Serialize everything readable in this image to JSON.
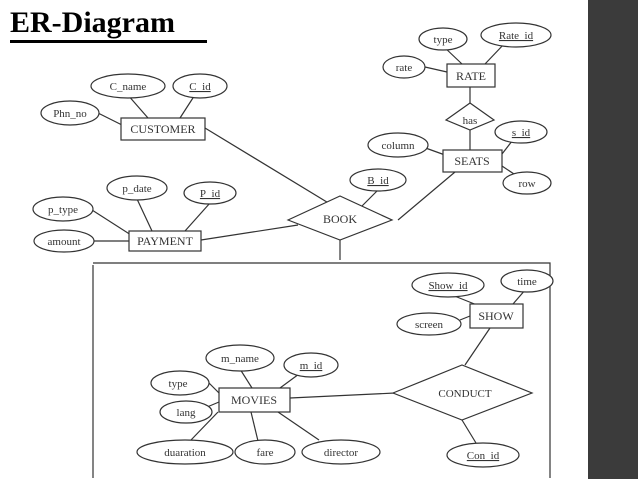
{
  "title": "ER-Diagram",
  "entities": {
    "customer": "CUSTOMER",
    "payment": "PAYMENT",
    "rate": "RATE",
    "seats": "SEATS",
    "show": "SHOW",
    "movies": "MOVIES"
  },
  "relationships": {
    "book": "BOOK",
    "has": "has",
    "conduct": "CONDUCT"
  },
  "attributes": {
    "c_name": "C_name",
    "c_id": "C_id",
    "phn_no": "Phn_no",
    "p_date": "p_date",
    "p_id": "P_id",
    "p_type": "p_type",
    "amount": "amount",
    "type_rate": "type",
    "rate_id": "Rate_id",
    "rate": "rate",
    "column": "column",
    "s_id": "s_id",
    "row": "row",
    "b_id": "B_id",
    "show_id": "Show_id",
    "time": "time",
    "screen": "screen",
    "m_name": "m_name",
    "m_id": "m_id",
    "type_movie": "type",
    "lang": "lang",
    "duaration": "duaration",
    "fare": "fare",
    "director": "director",
    "con_id": "Con_id"
  },
  "colors": {
    "side_bar": "#3b3b3b",
    "line": "#333333",
    "text": "#333333"
  }
}
